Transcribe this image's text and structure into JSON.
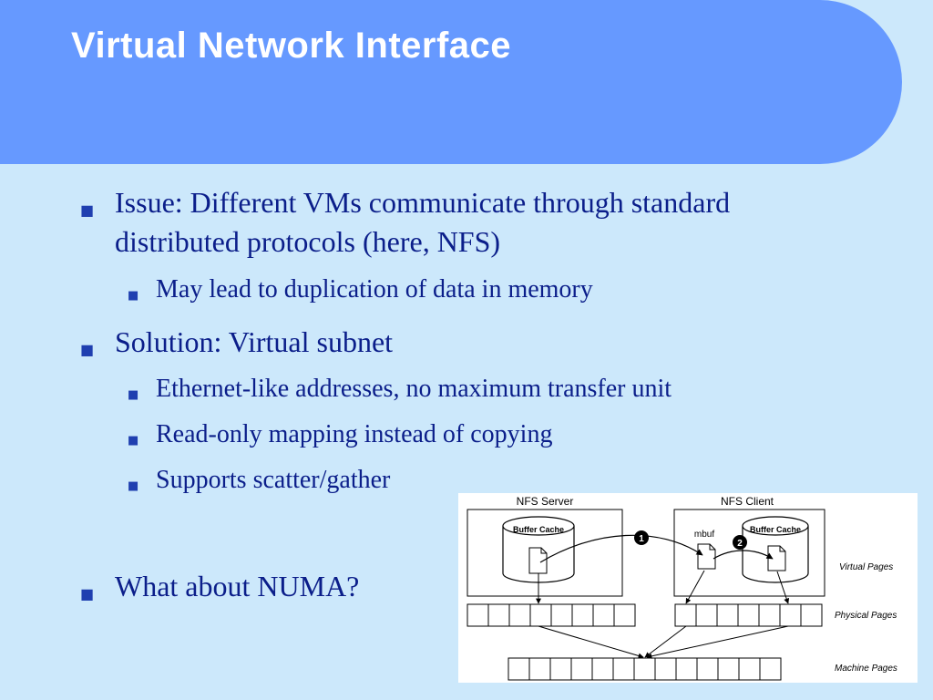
{
  "slide": {
    "title": "Virtual Network Interface",
    "bullets": [
      {
        "text": "Issue: Different VMs communicate through standard distributed protocols (here, NFS)"
      },
      {
        "text": "May lead to duplication of data in memory"
      },
      {
        "text": "Solution: Virtual subnet"
      },
      {
        "text": "Ethernet-like addresses, no maximum transfer unit"
      },
      {
        "text": "Read-only mapping instead of copying"
      },
      {
        "text": "Supports scatter/gather"
      },
      {
        "text": "What about NUMA?"
      }
    ]
  },
  "figure": {
    "server_label": "NFS Server",
    "client_label": "NFS Client",
    "buffer_cache_label": "Buffer Cache",
    "mbuf_label": "mbuf",
    "step1": "1",
    "step2": "2",
    "virtual_pages_label": "Virtual Pages",
    "physical_pages_label": "Physical Pages",
    "machine_pages_label": "Machine Pages"
  },
  "colors": {
    "background": "#cce8fb",
    "header": "#6699ff",
    "title_text": "#ffffff",
    "body_text": "#0b1e8a"
  }
}
